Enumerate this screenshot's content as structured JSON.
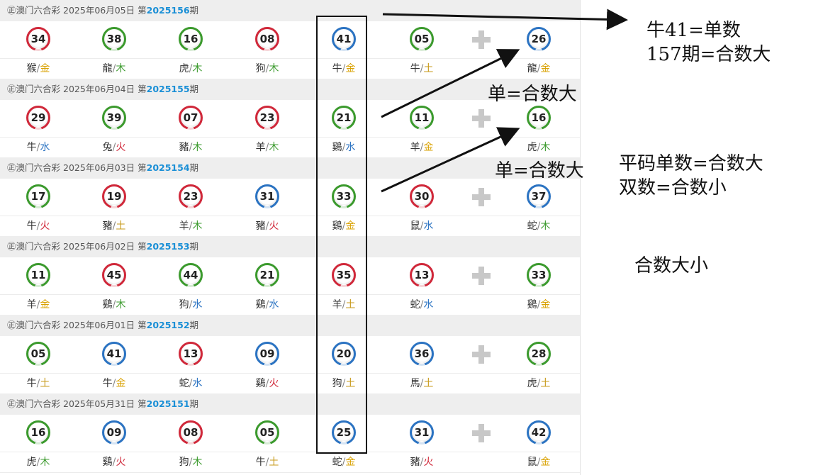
{
  "draws": [
    {
      "prefix": "澳门六合彩",
      "date": "2025年06月05日",
      "issue_prefix": "第",
      "issue": "2025156",
      "issue_suffix": "期",
      "balls": [
        {
          "n": "34",
          "c": "red",
          "z": "猴",
          "e": "金",
          "ek": "gold"
        },
        {
          "n": "38",
          "c": "green",
          "z": "龍",
          "e": "木",
          "ek": "wood"
        },
        {
          "n": "16",
          "c": "green",
          "z": "虎",
          "e": "木",
          "ek": "wood"
        },
        {
          "n": "08",
          "c": "red",
          "z": "狗",
          "e": "木",
          "ek": "wood"
        },
        {
          "n": "41",
          "c": "blue",
          "z": "牛",
          "e": "金",
          "ek": "gold"
        },
        {
          "n": "05",
          "c": "green",
          "z": "牛",
          "e": "土",
          "ek": "earth"
        }
      ],
      "special": {
        "n": "26",
        "c": "blue",
        "z": "龍",
        "e": "金",
        "ek": "gold"
      }
    },
    {
      "prefix": "澳门六合彩",
      "date": "2025年06月04日",
      "issue_prefix": "第",
      "issue": "2025155",
      "issue_suffix": "期",
      "balls": [
        {
          "n": "29",
          "c": "red",
          "z": "牛",
          "e": "水",
          "ek": "water"
        },
        {
          "n": "39",
          "c": "green",
          "z": "兔",
          "e": "火",
          "ek": "fire"
        },
        {
          "n": "07",
          "c": "red",
          "z": "豬",
          "e": "木",
          "ek": "wood"
        },
        {
          "n": "23",
          "c": "red",
          "z": "羊",
          "e": "木",
          "ek": "wood"
        },
        {
          "n": "21",
          "c": "green",
          "z": "鷄",
          "e": "水",
          "ek": "water"
        },
        {
          "n": "11",
          "c": "green",
          "z": "羊",
          "e": "金",
          "ek": "gold"
        }
      ],
      "special": {
        "n": "16",
        "c": "green",
        "z": "虎",
        "e": "木",
        "ek": "wood"
      }
    },
    {
      "prefix": "澳门六合彩",
      "date": "2025年06月03日",
      "issue_prefix": "第",
      "issue": "2025154",
      "issue_suffix": "期",
      "balls": [
        {
          "n": "17",
          "c": "green",
          "z": "牛",
          "e": "火",
          "ek": "fire"
        },
        {
          "n": "19",
          "c": "red",
          "z": "豬",
          "e": "土",
          "ek": "earth"
        },
        {
          "n": "23",
          "c": "red",
          "z": "羊",
          "e": "木",
          "ek": "wood"
        },
        {
          "n": "31",
          "c": "blue",
          "z": "豬",
          "e": "火",
          "ek": "fire"
        },
        {
          "n": "33",
          "c": "green",
          "z": "鷄",
          "e": "金",
          "ek": "gold"
        },
        {
          "n": "30",
          "c": "red",
          "z": "鼠",
          "e": "水",
          "ek": "water"
        }
      ],
      "special": {
        "n": "37",
        "c": "blue",
        "z": "蛇",
        "e": "木",
        "ek": "wood"
      }
    },
    {
      "prefix": "澳门六合彩",
      "date": "2025年06月02日",
      "issue_prefix": "第",
      "issue": "2025153",
      "issue_suffix": "期",
      "balls": [
        {
          "n": "11",
          "c": "green",
          "z": "羊",
          "e": "金",
          "ek": "gold"
        },
        {
          "n": "45",
          "c": "red",
          "z": "鷄",
          "e": "木",
          "ek": "wood"
        },
        {
          "n": "44",
          "c": "green",
          "z": "狗",
          "e": "水",
          "ek": "water"
        },
        {
          "n": "21",
          "c": "green",
          "z": "鷄",
          "e": "水",
          "ek": "water"
        },
        {
          "n": "35",
          "c": "red",
          "z": "羊",
          "e": "土",
          "ek": "earth"
        },
        {
          "n": "13",
          "c": "red",
          "z": "蛇",
          "e": "水",
          "ek": "water"
        }
      ],
      "special": {
        "n": "33",
        "c": "green",
        "z": "鷄",
        "e": "金",
        "ek": "gold"
      }
    },
    {
      "prefix": "澳门六合彩",
      "date": "2025年06月01日",
      "issue_prefix": "第",
      "issue": "2025152",
      "issue_suffix": "期",
      "balls": [
        {
          "n": "05",
          "c": "green",
          "z": "牛",
          "e": "土",
          "ek": "earth"
        },
        {
          "n": "41",
          "c": "blue",
          "z": "牛",
          "e": "金",
          "ek": "gold"
        },
        {
          "n": "13",
          "c": "red",
          "z": "蛇",
          "e": "水",
          "ek": "water"
        },
        {
          "n": "09",
          "c": "blue",
          "z": "鷄",
          "e": "火",
          "ek": "fire"
        },
        {
          "n": "20",
          "c": "blue",
          "z": "狗",
          "e": "土",
          "ek": "earth"
        },
        {
          "n": "36",
          "c": "blue",
          "z": "馬",
          "e": "土",
          "ek": "earth"
        }
      ],
      "special": {
        "n": "28",
        "c": "green",
        "z": "虎",
        "e": "土",
        "ek": "earth"
      }
    },
    {
      "prefix": "澳门六合彩",
      "date": "2025年05月31日",
      "issue_prefix": "第",
      "issue": "2025151",
      "issue_suffix": "期",
      "balls": [
        {
          "n": "16",
          "c": "green",
          "z": "虎",
          "e": "木",
          "ek": "wood"
        },
        {
          "n": "09",
          "c": "blue",
          "z": "鷄",
          "e": "火",
          "ek": "fire"
        },
        {
          "n": "08",
          "c": "red",
          "z": "狗",
          "e": "木",
          "ek": "wood"
        },
        {
          "n": "05",
          "c": "green",
          "z": "牛",
          "e": "土",
          "ek": "earth"
        },
        {
          "n": "25",
          "c": "blue",
          "z": "蛇",
          "e": "金",
          "ek": "gold"
        },
        {
          "n": "31",
          "c": "blue",
          "z": "豬",
          "e": "火",
          "ek": "fire"
        }
      ],
      "special": {
        "n": "42",
        "c": "blue",
        "z": "鼠",
        "e": "金",
        "ek": "gold"
      }
    }
  ],
  "annotations": {
    "note1_line1": "牛41=单数",
    "note1_line2": "157期=合数大",
    "note2": "单=合数大",
    "note3": "单=合数大",
    "note4_line1": "平码单数=合数大",
    "note4_line2": "双数=合数小",
    "note5": "合数大小"
  },
  "colors": {
    "red": "#d0283a",
    "green": "#3b9a2d",
    "blue": "#2b73c2",
    "issue": "#1a8fd6"
  }
}
